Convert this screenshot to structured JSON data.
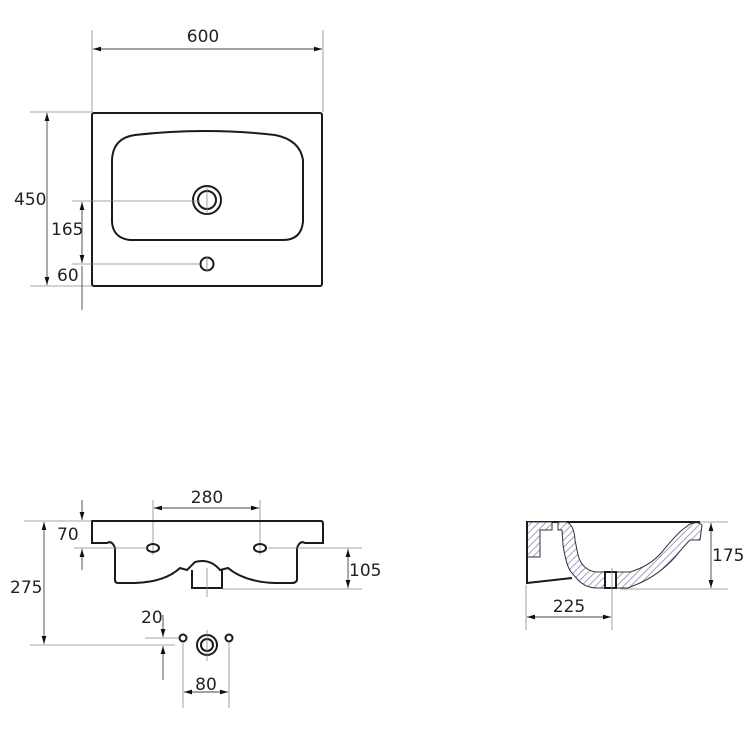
{
  "drawing": {
    "title": "Washbasin technical drawing",
    "stroke_color": "#1a1a1a",
    "hatch_color": "#9b7fb8",
    "top_view": {
      "width_label": "600",
      "depth_label": "450",
      "drain_offset_label": "165",
      "tap_hole_offset_label": "60"
    },
    "front_view": {
      "hole_spacing_label": "280",
      "rim_height_label": "70",
      "total_height_label": "275",
      "bowl_depth_label": "105",
      "waste_offset_label": "20",
      "fixing_spacing_label": "80"
    },
    "side_view": {
      "drain_distance_label": "225",
      "height_label": "175"
    }
  }
}
